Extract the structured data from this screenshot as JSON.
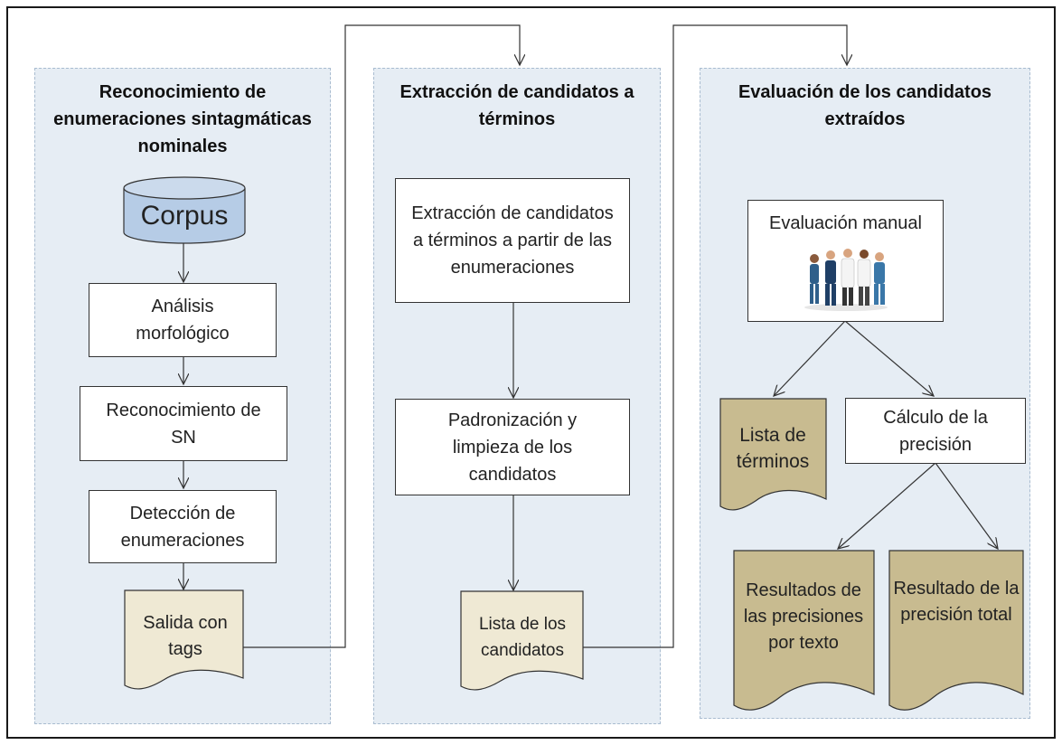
{
  "panels": [
    {
      "title": "Reconocimiento de enumeraciones sintagmáticas nominales"
    },
    {
      "title": "Extracción de candidatos a términos"
    },
    {
      "title": "Evaluación de los candidatos extraídos"
    }
  ],
  "col1": {
    "corpus": "Corpus",
    "analisis": "Análisis morfológico",
    "reconocimiento": "Reconocimiento de SN",
    "deteccion": "Detección de enumeraciones",
    "salida": "Salida con tags"
  },
  "col2": {
    "extraccion": "Extracción de candidatos a términos a partir de las enumeraciones",
    "padronizacion": "Padronización y limpieza de los candidatos",
    "lista": "Lista de los candidatos"
  },
  "col3": {
    "evaluacion": "Evaluación manual",
    "lista_terminos": "Lista de términos",
    "calculo": "Cálculo de la precisión",
    "resultados_texto": "Resultados de las precisiones por texto",
    "resultado_total": "Resultado de la precisión total"
  },
  "colors": {
    "panel": "#e6edf4",
    "document": "#c8bb90",
    "document_light": "#efe9d4",
    "cylinder": "#b6cce6"
  }
}
